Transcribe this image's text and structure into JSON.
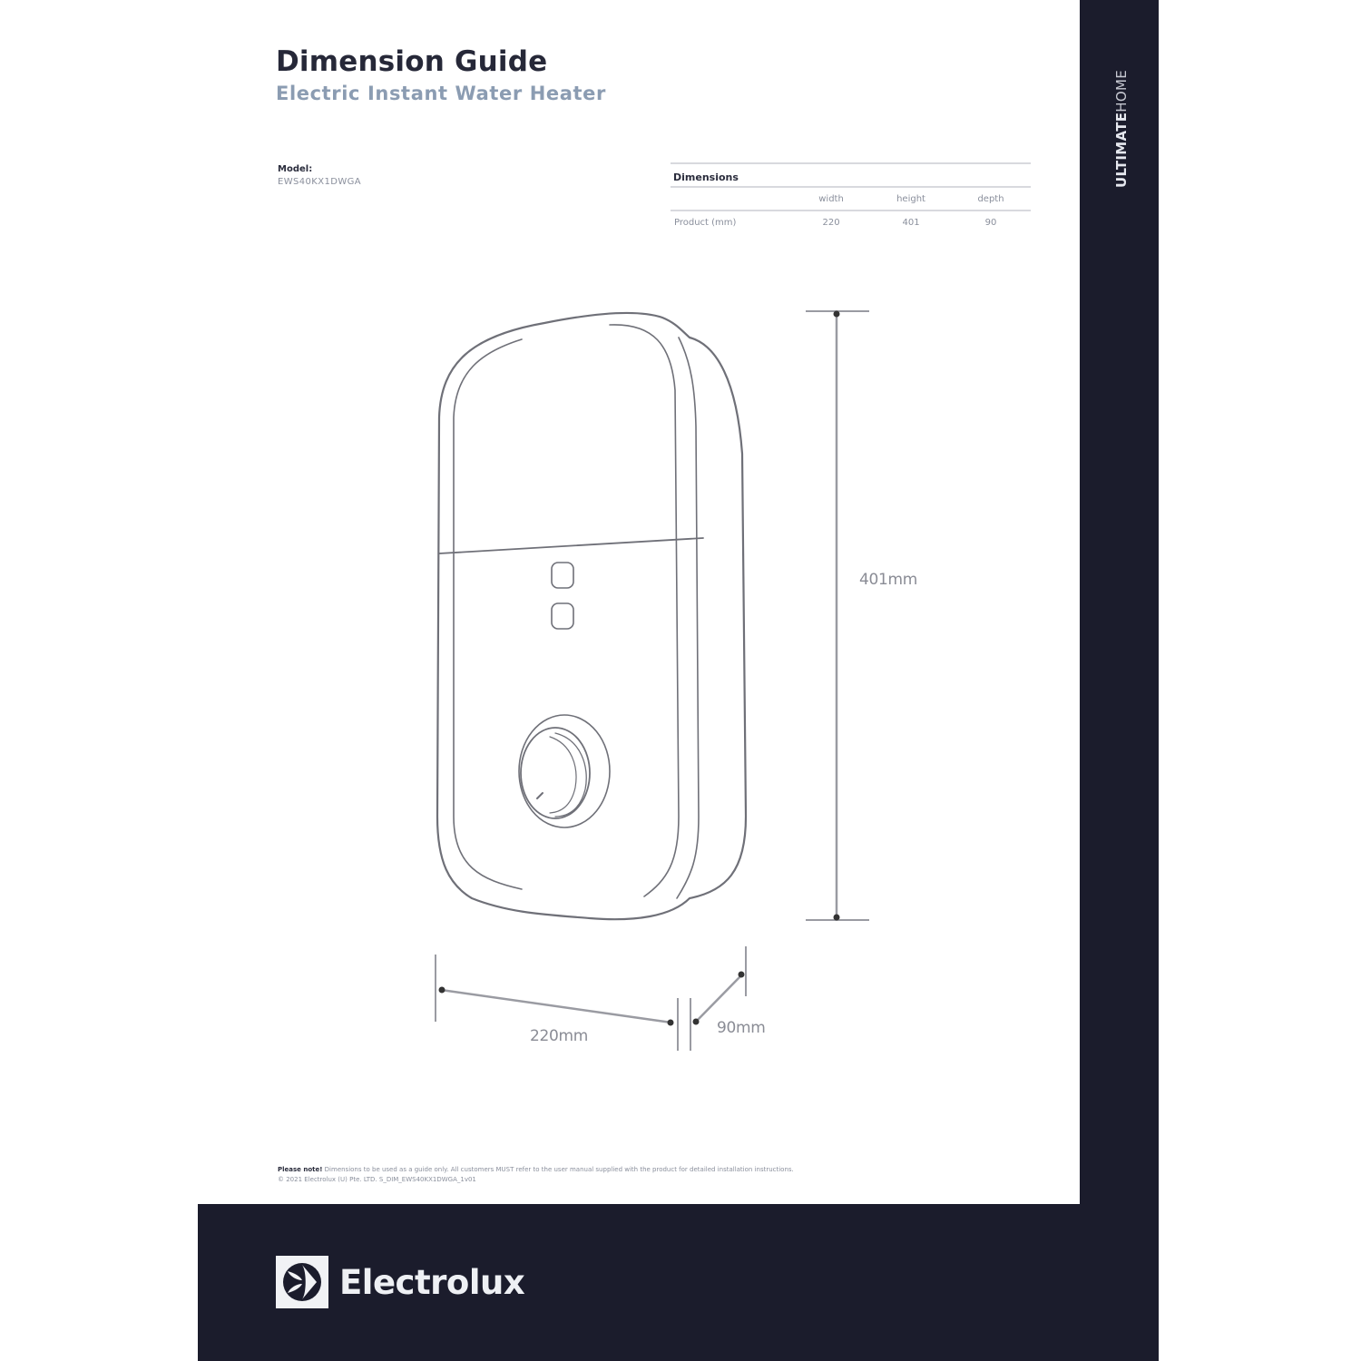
{
  "header": {
    "title": "Dimension Guide",
    "subtitle": "Electric Instant Water Heater"
  },
  "model": {
    "label": "Model:",
    "value": "EWS40KX1DWGA"
  },
  "dimensions_table": {
    "heading": "Dimensions",
    "columns": [
      "",
      "width",
      "height",
      "depth"
    ],
    "rows": [
      {
        "label": "Product (mm)",
        "width": "220",
        "height": "401",
        "depth": "90"
      }
    ]
  },
  "drawing": {
    "height_label": "401mm",
    "width_label": "220mm",
    "depth_label": "90mm"
  },
  "sidebar_brand": {
    "bold": "ULTIMATE",
    "light": "HOME"
  },
  "footer": {
    "note_lead": "Please note!",
    "note_text": " Dimensions to be used as a guide only. All customers MUST refer to the user manual supplied with the product for detailed installation instructions.",
    "copyright": "© 2021 Electrolux (U) Pte. LTD.  S_DIM_EWS40KX1DWGA_1v01"
  },
  "brand": {
    "wordmark": "Electrolux"
  },
  "colors": {
    "frame": "#1b1c2c",
    "title": "#262838",
    "subtitle": "#8b9cb2",
    "muted_text": "#8a8f9c",
    "line_art": "#6f7078"
  }
}
